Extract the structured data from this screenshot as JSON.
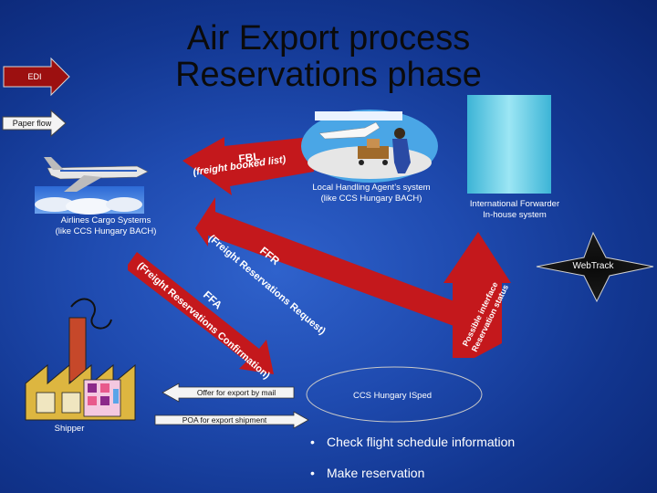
{
  "title_line1": "Air Export process",
  "title_line2": "Reservations phase",
  "labels": {
    "edi": "EDI",
    "paper_flow": "Paper flow",
    "local_agent_1": "Local Handling Agent’s system",
    "local_agent_2": "(like CCS Hungary BACH)",
    "forwarder_1": "International Forwarder",
    "forwarder_2": "In-house system",
    "airlines_1": "Airlines Cargo Systems",
    "airlines_2": "(like CCS Hungary BACH)",
    "webtrack": "WebTrack",
    "shipper": "Shipper",
    "ccs_isped": "CCS Hungary ISped"
  },
  "arrows": {
    "fbl": "FBL",
    "fbl_sub": "(freight booked list)",
    "ffr": "FFR",
    "ffr_sub": "(Freight Reservations Request)",
    "ffa": "FFA",
    "ffa_sub": "(Freight Reservations Confirmation)",
    "possible_1": "Possible interface",
    "possible_2": "Reservation status",
    "offer_mail": "Offer for export by mail",
    "poa": "POA for export shipment"
  },
  "bullets": [
    "Check flight schedule information",
    "Make reservation"
  ],
  "colors": {
    "background": "#1f4bb0",
    "arrow_red": "#c4181c",
    "legend_edi": "#9c1010",
    "legend_paper": "#f4f4f4",
    "forwarder_box": "#79d6ea"
  }
}
